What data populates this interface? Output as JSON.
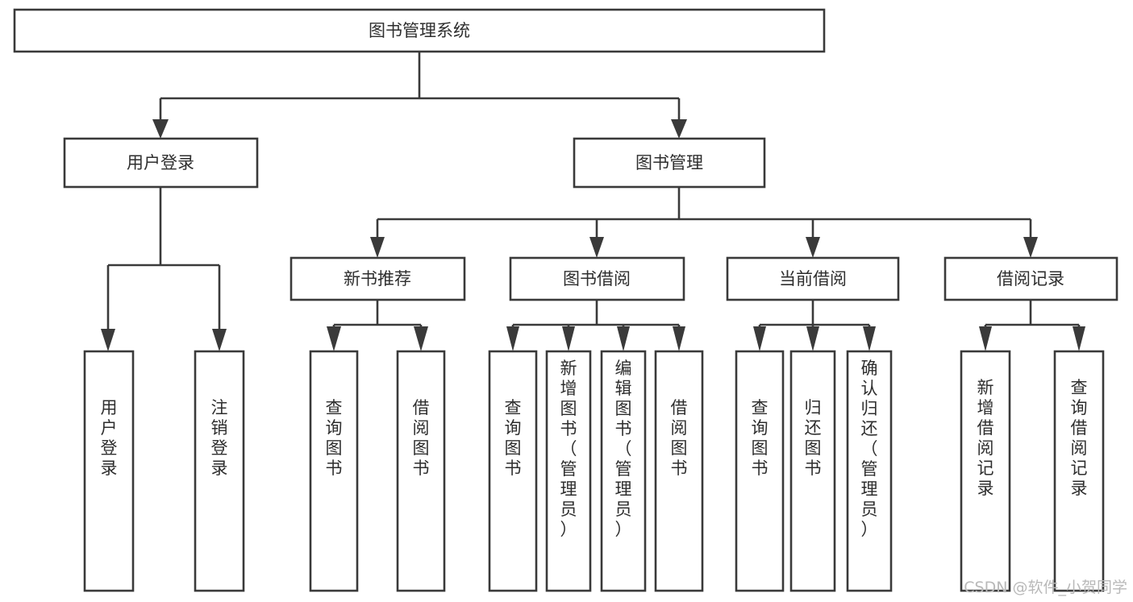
{
  "diagram": {
    "title": "图书管理系统",
    "type": "tree-hierarchy",
    "levels": 4,
    "colors": {
      "box_stroke": "#3a3a3a",
      "box_fill": "#ffffff",
      "text": "#2e2e2e",
      "connector": "#3a3a3a",
      "watermark": "#b9b9b9",
      "background": "#ffffff"
    },
    "root": {
      "label": "图书管理系统"
    },
    "level2": [
      {
        "label": "用户登录"
      },
      {
        "label": "图书管理"
      }
    ],
    "level3": [
      {
        "label": "新书推荐"
      },
      {
        "label": "图书借阅"
      },
      {
        "label": "当前借阅"
      },
      {
        "label": "借阅记录"
      }
    ],
    "leaves": {
      "user_login": [
        {
          "label": "用户登录"
        },
        {
          "label": "注销登录"
        }
      ],
      "new_book_recommend": [
        {
          "label": "查询图书"
        },
        {
          "label": "借阅图书"
        }
      ],
      "book_borrow": [
        {
          "label": "查询图书"
        },
        {
          "label": "新增图书（管理员）"
        },
        {
          "label": "编辑图书（管理员）"
        },
        {
          "label": "借阅图书"
        }
      ],
      "current_borrow": [
        {
          "label": "查询图书"
        },
        {
          "label": "归还图书"
        },
        {
          "label": "确认归还（管理员）"
        }
      ],
      "borrow_record": [
        {
          "label": "新增借阅记录"
        },
        {
          "label": "查询借阅记录"
        }
      ]
    },
    "watermark": "CSDN @软件_小贺同学"
  }
}
